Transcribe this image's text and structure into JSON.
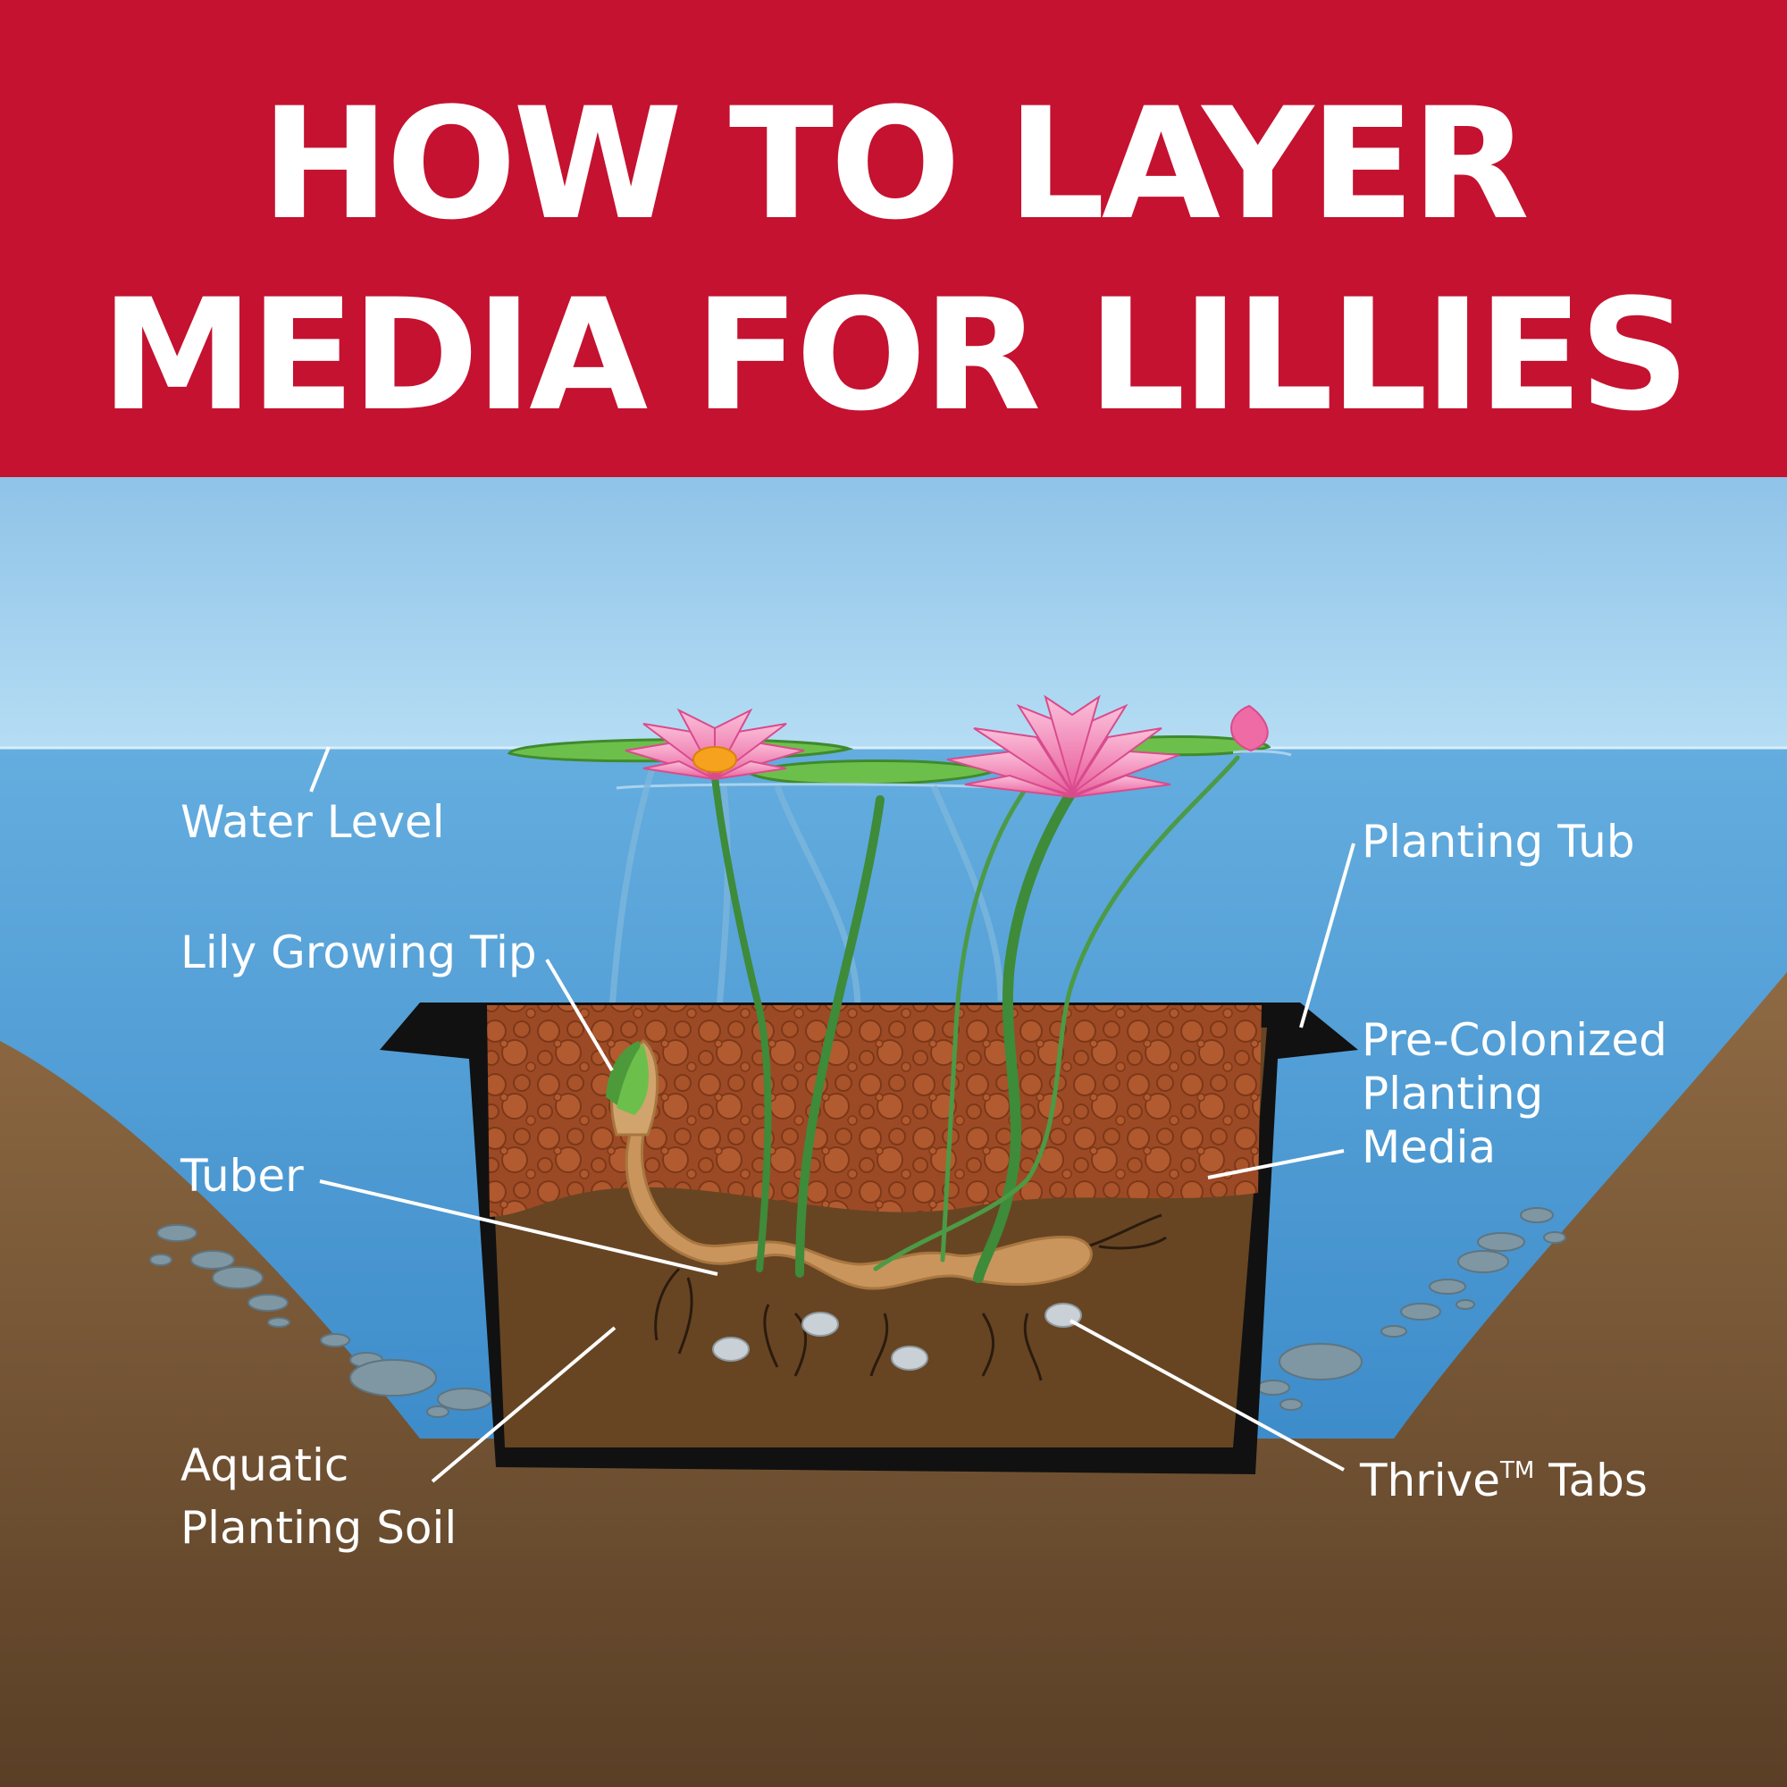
{
  "title": {
    "line1": "HOW TO LAYER",
    "line2": "MEDIA FOR LILLIES"
  },
  "labels": {
    "water_level": "Water Level",
    "lily_growing_tip": "Lily Growing Tip",
    "tuber": "Tuber",
    "aquatic_soil_1": "Aquatic",
    "aquatic_soil_2": "Planting Soil",
    "planting_tub": "Planting Tub",
    "media_1": "Pre-Colonized",
    "media_2": "Planting",
    "media_3": "Media",
    "thrive_1": "Thrive",
    "thrive_tm": "TM",
    "thrive_2": "Tabs"
  },
  "colors": {
    "banner": "#c41230",
    "sky_top": "#8fc3e8",
    "water": "#3f8fcc",
    "ground": "#5d4127",
    "tub": "#111111",
    "media": "#9c4a25",
    "soil": "#674523",
    "tuber": "#c9955d",
    "lily_pink": "#f07cb0",
    "pad_green": "#6dbf4b",
    "stem_green": "#3e8b3a"
  }
}
